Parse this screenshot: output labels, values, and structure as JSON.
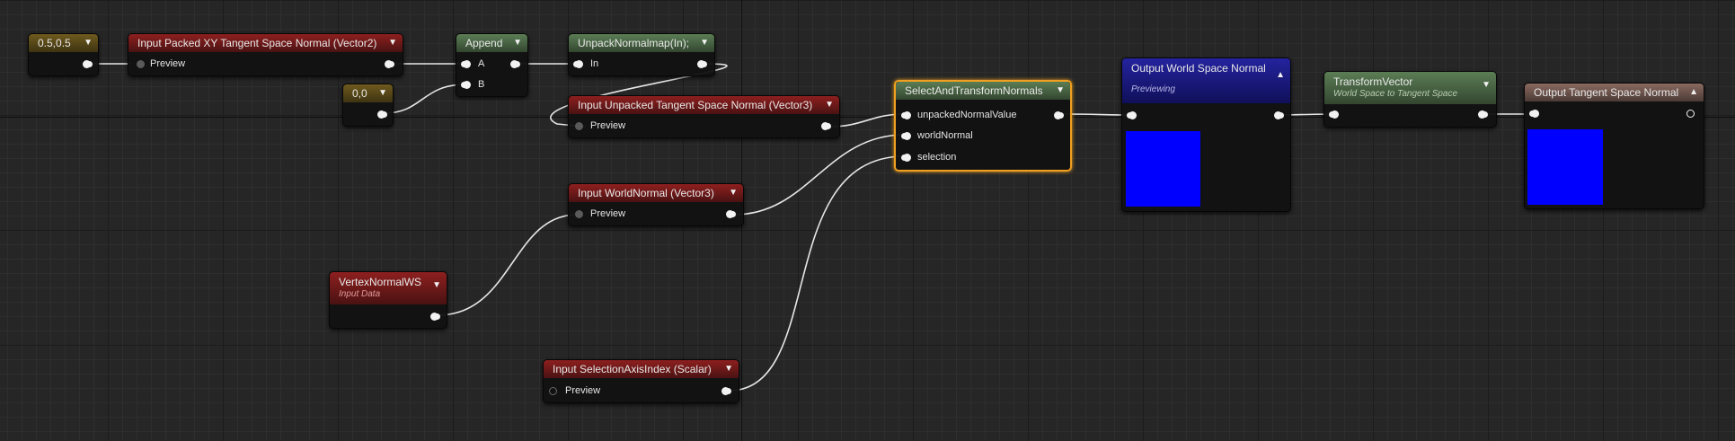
{
  "graph": {
    "const_xy": {
      "title": "0.5,0.5"
    },
    "input_packed": {
      "title": "Input Packed XY Tangent Space Normal (Vector2)",
      "preview_label": "Preview"
    },
    "append": {
      "title": "Append",
      "pin_a": "A",
      "pin_b": "B"
    },
    "unpack": {
      "title": "UnpackNormalmap(In);",
      "pin_in": "In"
    },
    "const_zero": {
      "title": "0,0"
    },
    "input_unpacked": {
      "title": "Input Unpacked Tangent Space Normal (Vector3)",
      "preview_label": "Preview"
    },
    "select_transform": {
      "title": "SelectAndTransformNormals",
      "pins": [
        "unpackedNormalValue",
        "worldNormal",
        "selection"
      ]
    },
    "input_worldnormal": {
      "title": "Input WorldNormal (Vector3)",
      "preview_label": "Preview"
    },
    "vertex_normal": {
      "title": "VertexNormalWS",
      "subtitle": "Input Data"
    },
    "input_selection": {
      "title": "Input SelectionAxisIndex (Scalar)",
      "preview_label": "Preview"
    },
    "output_world": {
      "title": "Output World Space Normal",
      "subtitle": "Previewing",
      "preview_color": "#0000ff"
    },
    "transform_vector": {
      "title": "TransformVector",
      "subtitle": "World Space to Tangent Space"
    },
    "output_tangent": {
      "title": "Output Tangent Space Normal",
      "preview_color": "#0000ff"
    }
  },
  "icons": {
    "collapse": "chevron-down-icon",
    "expand": "chevron-up-icon"
  },
  "colors": {
    "canvas": "#262626",
    "wire": "#e6e6e6",
    "selection_border": "#f0a020",
    "header_constant": "#6f5a1e",
    "header_input": "#8e1f1f",
    "header_function": "#5b7d55",
    "header_output": "#24239e",
    "header_output_tangent": "#8a6a60"
  }
}
